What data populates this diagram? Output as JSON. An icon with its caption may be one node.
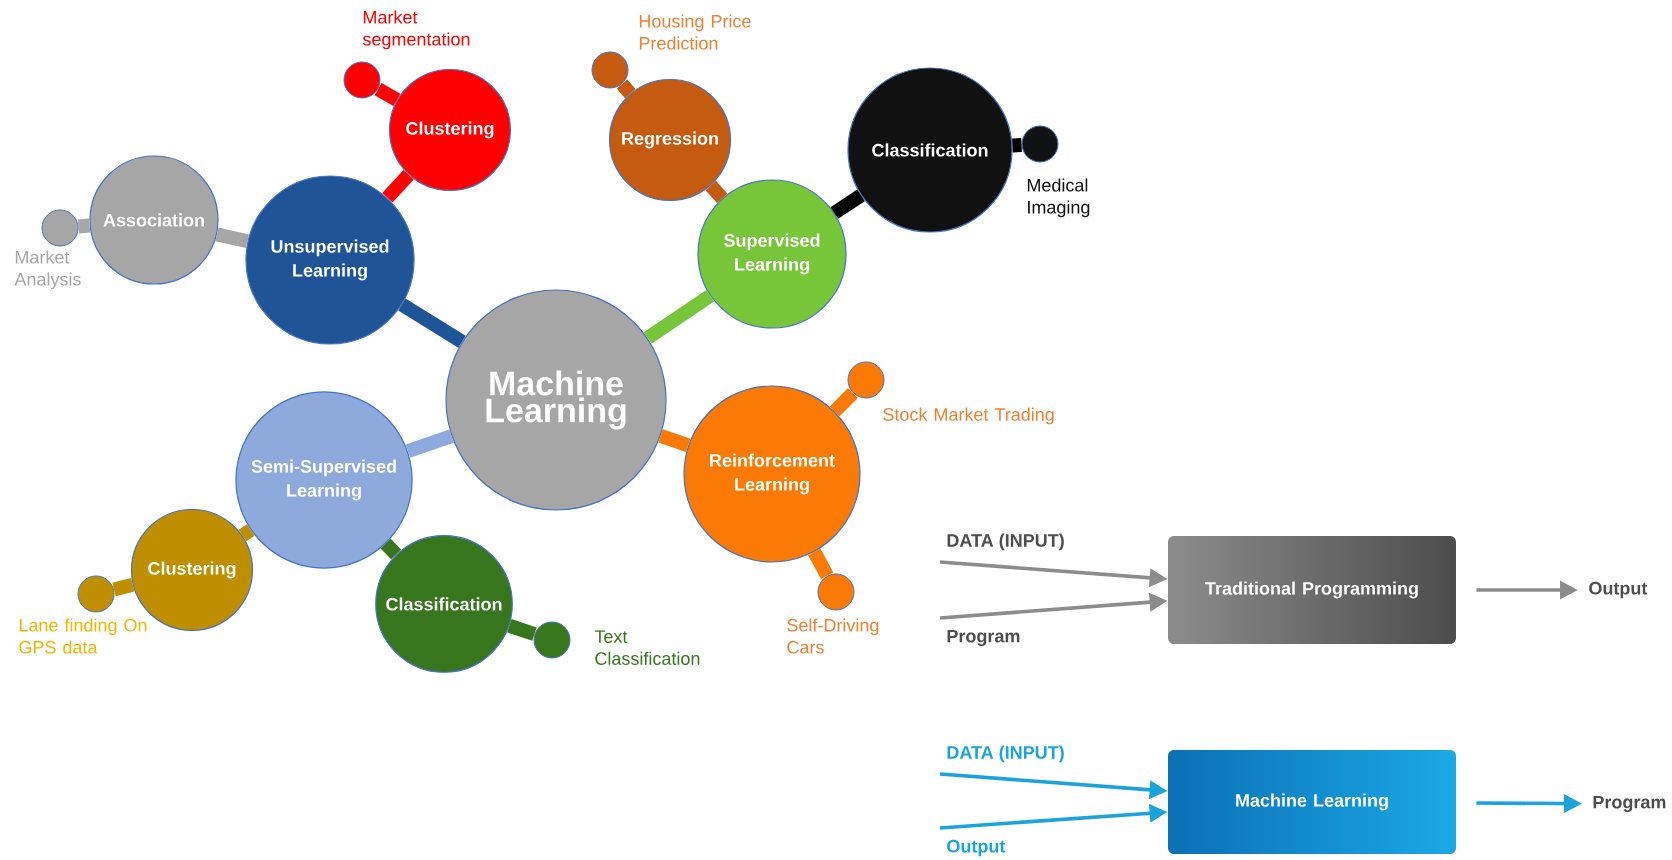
{
  "diagram": {
    "nodes": [
      {
        "text": [
          "Machine Learning"
        ]
      },
      {
        "text": [
          "Unsupervised Learning"
        ]
      },
      {
        "text": [
          "Association"
        ]
      },
      {
        "text": [],
        "shape": "circle",
        "beside": [
          "Market Analysis"
        ]
      },
      {
        "text": [
          "Clustering"
        ]
      },
      {
        "text": [],
        "shape": "circle",
        "beside": [
          "Market segmentation"
        ]
      },
      {
        "text": [
          "Regression"
        ]
      },
      {
        "text": [],
        "shape": "circle",
        "beside": [
          "Housing Price Prediction"
        ]
      },
      {
        "text": [
          "Supervised Learning"
        ]
      },
      {
        "text": [
          "Classification"
        ]
      },
      {
        "text": [],
        "shape": "circle",
        "beside": [
          "Medical Imaging"
        ]
      },
      {
        "text": [
          "Reinforcement Learning"
        ]
      },
      {
        "text": [],
        "shape": "circle",
        "beside": [
          "Stock Market Trading"
        ]
      },
      {
        "text": [],
        "shape": "circle",
        "beside": [
          "Self-Driving Cars"
        ]
      },
      {
        "text": [
          "Semi-Supervised Learning"
        ]
      },
      {
        "text": [
          "Clustering"
        ]
      },
      {
        "text": [],
        "shape": "circle",
        "beside": [
          "Lane finding On GPS data"
        ]
      },
      {
        "text": [
          "Classification"
        ]
      },
      {
        "text": [],
        "shape": "circle",
        "beside": [
          "Text Classification"
        ]
      },
      {
        "text": [
          "Traditional Programming"
        ]
      },
      {
        "text": [
          "Output"
        ]
      },
      {
        "text": [
          "Machine Learning"
        ]
      },
      {
        "text": [
          "Program"
        ]
      }
    ],
    "edges": [
      {
        "from": 0,
        "to": 1,
        "arrow": "none",
        "color": "#1f5597"
      },
      {
        "from": 1,
        "to": 2,
        "arrow": "none",
        "color": "#a6a6a6"
      },
      {
        "from": 2,
        "to": 3,
        "arrow": "none",
        "color": "#a6a6a6"
      },
      {
        "from": 1,
        "to": 4,
        "arrow": "none",
        "color": "#ff0000"
      },
      {
        "from": 4,
        "to": 5,
        "arrow": "none",
        "color": "#ff0000"
      },
      {
        "from": 0,
        "to": 8,
        "arrow": "none",
        "color": "#77c63a"
      },
      {
        "from": 8,
        "to": 6,
        "arrow": "none",
        "color": "#c55a11"
      },
      {
        "from": 6,
        "to": 7,
        "arrow": "none",
        "color": "#c55a11"
      },
      {
        "from": 8,
        "to": 9,
        "arrow": "none",
        "color": "#000000"
      },
      {
        "from": 9,
        "to": 10,
        "arrow": "none",
        "color": "#000000"
      },
      {
        "from": 0,
        "to": 11,
        "arrow": "none",
        "color": "#fb7a05"
      },
      {
        "from": 11,
        "to": 12,
        "arrow": "none",
        "color": "#fb7a05"
      },
      {
        "from": 11,
        "to": 13,
        "arrow": "none",
        "color": "#fb7a05"
      },
      {
        "from": 0,
        "to": 14,
        "arrow": "none",
        "color": "#8eaadc"
      },
      {
        "from": 14,
        "to": 15,
        "arrow": "none",
        "color": "#bf8f00"
      },
      {
        "from": 15,
        "to": 16,
        "arrow": "none",
        "color": "#bf8f00"
      },
      {
        "from": 14,
        "to": 17,
        "arrow": "none",
        "color": "#38761d"
      },
      {
        "from": 17,
        "to": 18,
        "arrow": "none",
        "color": "#38761d"
      },
      {
        "from": null,
        "to": 19,
        "arrow": "to",
        "label": "DATA (INPUT)",
        "color": "#8c8c8c"
      },
      {
        "from": null,
        "to": 19,
        "arrow": "to",
        "label": "Program",
        "color": "#8c8c8c"
      },
      {
        "from": 19,
        "to": 20,
        "arrow": "to",
        "color": "#8c8c8c"
      },
      {
        "from": null,
        "to": 21,
        "arrow": "to",
        "label": "DATA (INPUT)",
        "color": "#1aa3dd"
      },
      {
        "from": null,
        "to": 21,
        "arrow": "to",
        "label": "Output",
        "color": "#1aa3dd"
      },
      {
        "from": 21,
        "to": 22,
        "arrow": "to",
        "color": "#1aa3dd"
      }
    ]
  }
}
